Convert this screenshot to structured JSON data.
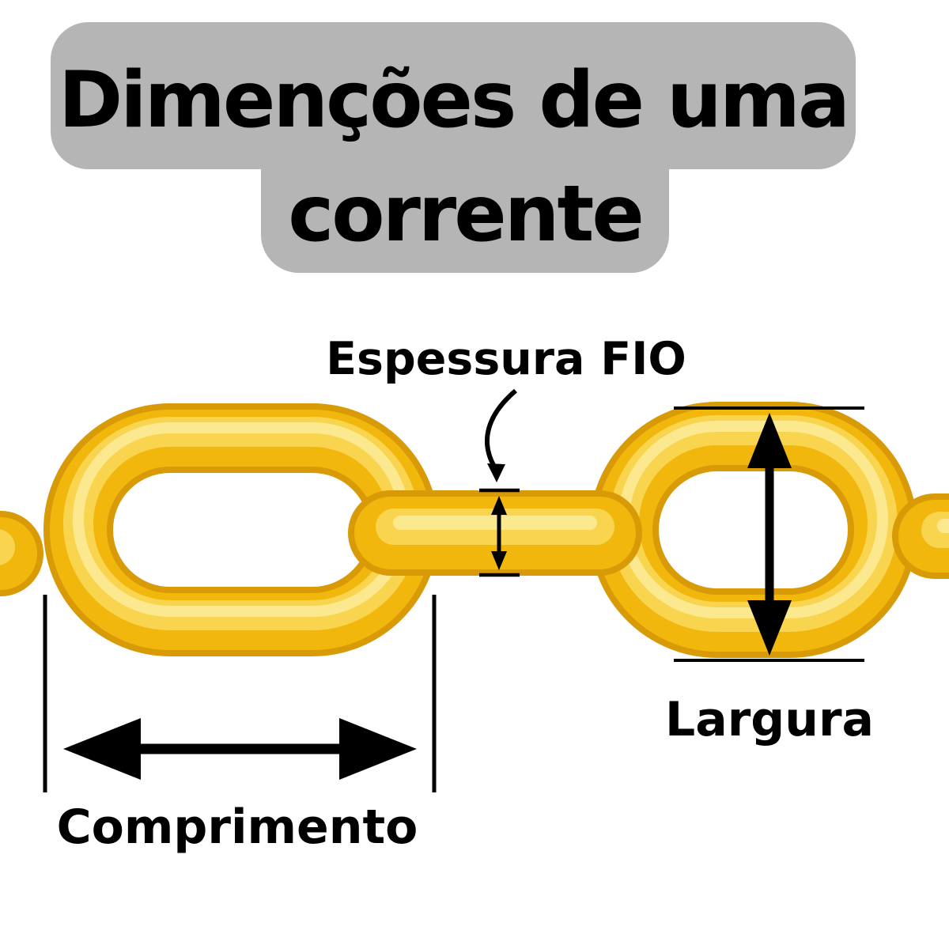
{
  "title": {
    "line1": "Dimenções de uma",
    "line2": "corrente"
  },
  "labels": {
    "wire_thickness": "Espessura FIO",
    "width": "Largura",
    "length": "Comprimento"
  },
  "shapes": {
    "wire_thickness_pointer": "curved-pointer-arrow",
    "wire_thickness_measure": "small-vertical-double-arrow",
    "width_measure": "vertical-double-arrow",
    "length_measure": "horizontal-double-arrow",
    "chain": "two-large-links-with-connectors"
  },
  "colors": {
    "background": "#FFFFFF",
    "title_bg": "#B5B5B5",
    "text": "#000000",
    "arrow": "#000000",
    "chain_outline": "#D89A06",
    "chain_base": "#F2B70C",
    "chain_light": "#F9D44F",
    "chain_bright": "#FCE88F"
  }
}
